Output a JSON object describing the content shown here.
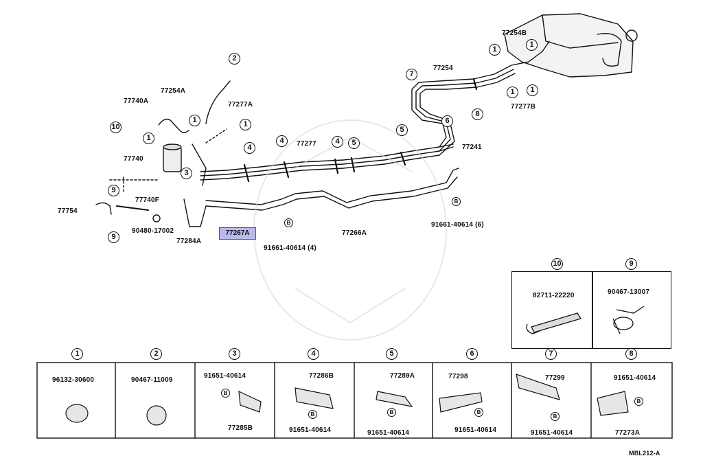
{
  "diagram_code": "MBL212-A",
  "highlight_part": "77267A",
  "main_labels": {
    "p77254B": "77254B",
    "p77254": "77254",
    "p77277B": "77277B",
    "p77241": "77241",
    "p77277": "77277",
    "p77740A": "77740A",
    "p77254A": "77254A",
    "p77277A": "77277A",
    "p77740": "77740",
    "p77740F": "77740F",
    "p77754": "77754",
    "p90480": "90480-17002",
    "p77284A": "77284A",
    "p77266A": "77266A",
    "p91661_4": "91661-40614 (4)",
    "p91661_6": "91661-40614 (6)"
  },
  "callouts": {
    "c1": "1",
    "c2": "2",
    "c3": "3",
    "c4": "4",
    "c5": "5",
    "c6": "6",
    "c7": "7",
    "c8": "8",
    "c9": "9",
    "c10": "10",
    "b": "B"
  },
  "inset_boxes": [
    {
      "num": "10",
      "part": "82711-22220"
    },
    {
      "num": "9",
      "part": "90467-13007"
    }
  ],
  "detail_boxes": [
    {
      "num": "1",
      "part_a": "96132-30600",
      "part_b": ""
    },
    {
      "num": "2",
      "part_a": "90467-11009",
      "part_b": ""
    },
    {
      "num": "3",
      "part_a": "91651-40614",
      "part_b": "77285B"
    },
    {
      "num": "4",
      "part_a": "77286B",
      "part_b": "91651-40614"
    },
    {
      "num": "5",
      "part_a": "77289A",
      "part_b": "91651-40614"
    },
    {
      "num": "6",
      "part_a": "77298",
      "part_b": "91651-40614"
    },
    {
      "num": "7",
      "part_a": "77299",
      "part_b": "91651-40614"
    },
    {
      "num": "8",
      "part_a": "91651-40614",
      "part_b": "77273A"
    }
  ]
}
